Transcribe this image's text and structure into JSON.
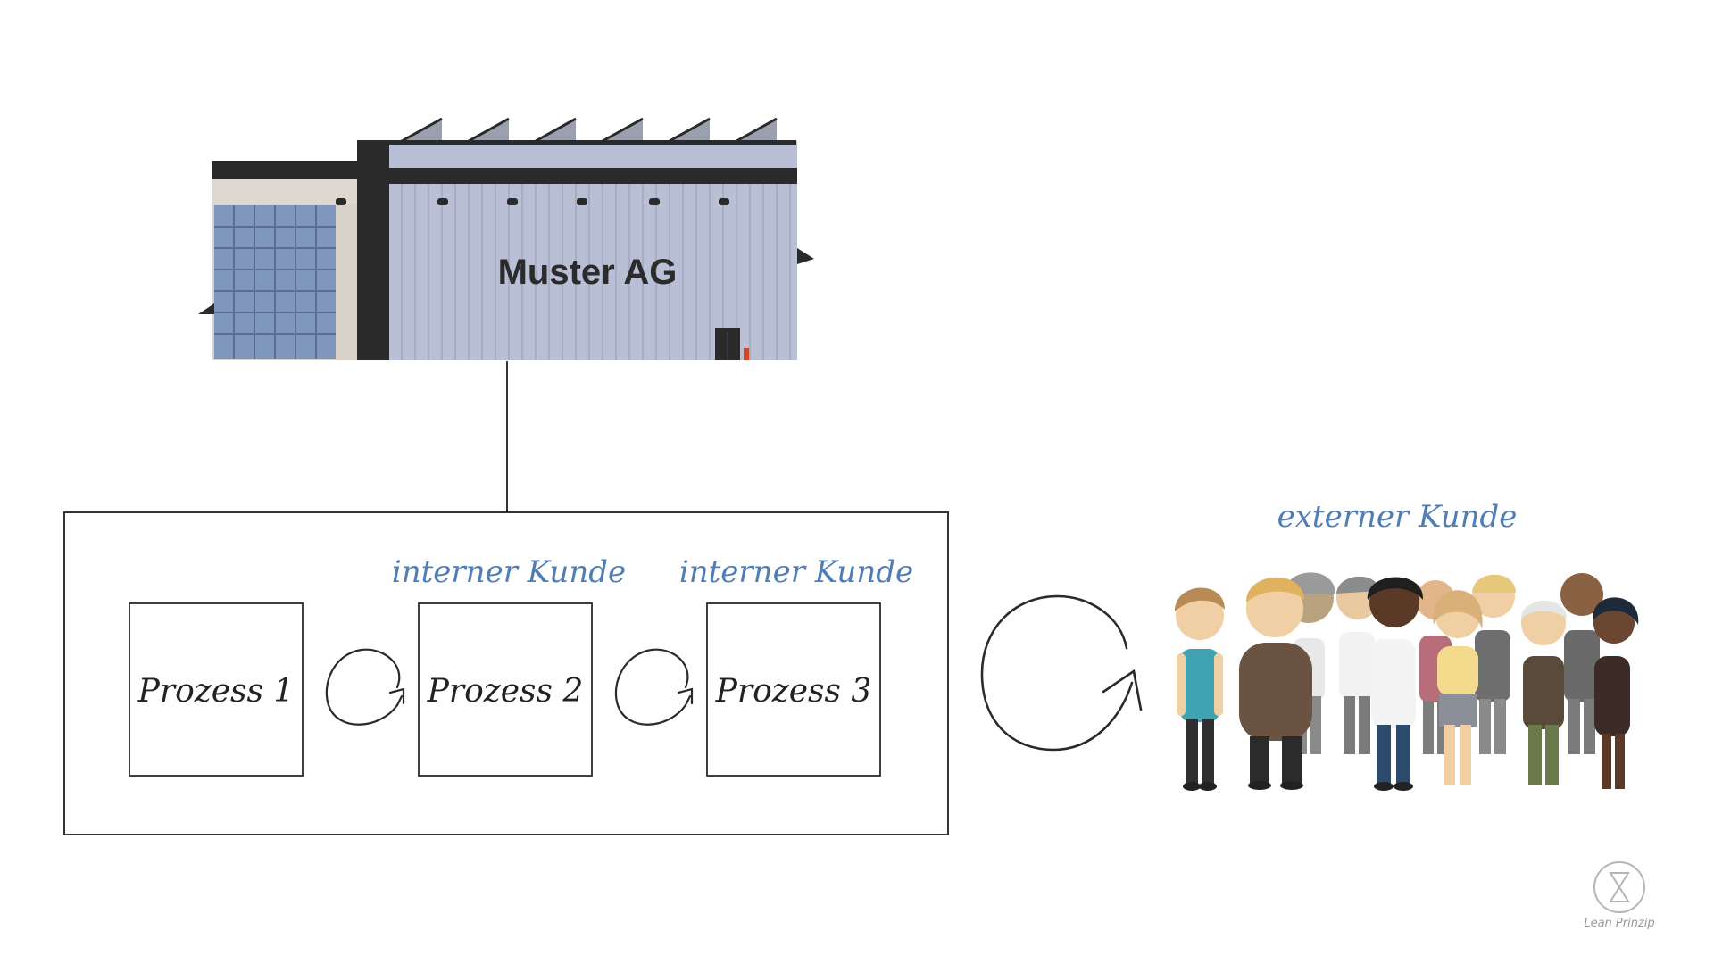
{
  "company": {
    "name": "Muster AG"
  },
  "processes": [
    {
      "label": "Prozess 1",
      "customer_label": ""
    },
    {
      "label": "Prozess 2",
      "customer_label": "interner Kunde"
    },
    {
      "label": "Prozess 3",
      "customer_label": "interner Kunde"
    }
  ],
  "external_customer": {
    "label": "externer Kunde"
  },
  "watermark": {
    "text": "Lean Prinzip"
  },
  "colors": {
    "accent_blue": "#4f7db8",
    "building_facade": "#b9bfd4",
    "building_dark": "#2a2a2a",
    "window_glass": "#7f97bd",
    "line": "#333333"
  }
}
